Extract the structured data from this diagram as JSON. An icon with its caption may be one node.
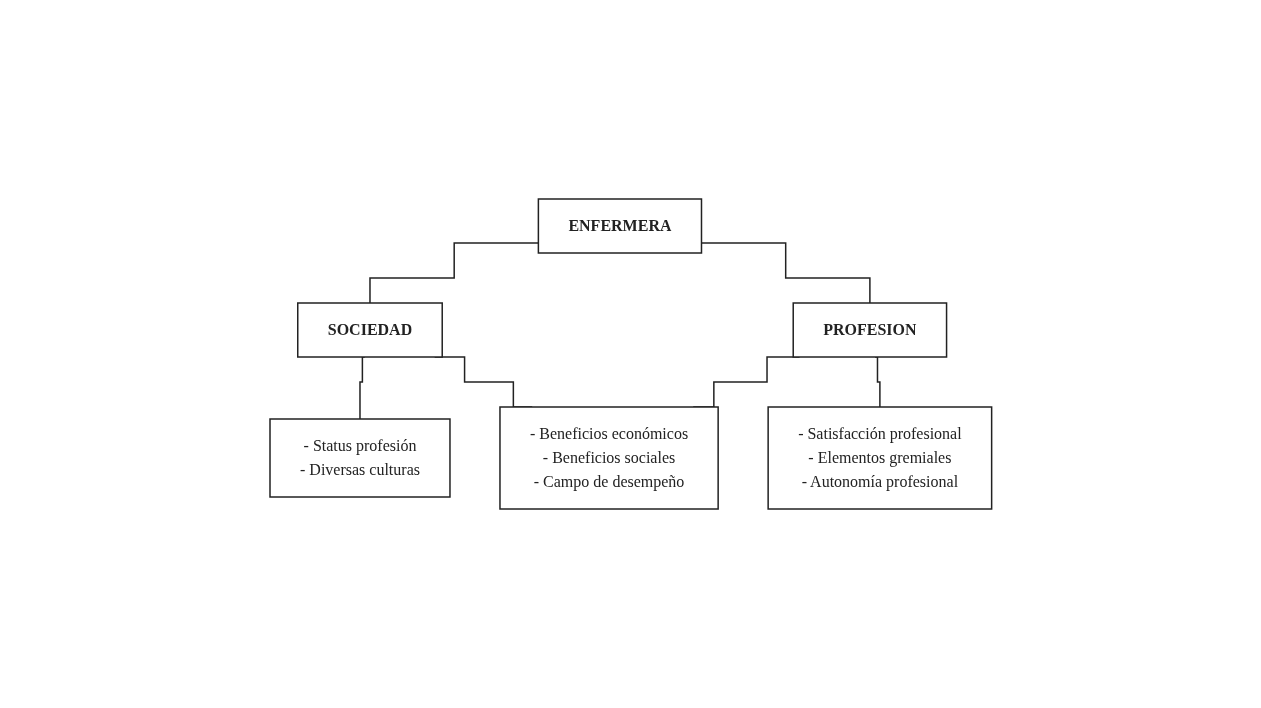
{
  "diagram": {
    "nodes": [
      {
        "text": [
          "ENFERMERA"
        ]
      },
      {
        "text": [
          "SOCIEDAD"
        ]
      },
      {
        "text": [
          "PROFESION"
        ]
      },
      {
        "text": [
          "- Status profesión",
          "- Diversas culturas"
        ]
      },
      {
        "text": [
          "- Satisfacción profesional",
          "- Elementos gremiales",
          "- Autonomía profesional"
        ]
      },
      {
        "text": [
          "- Beneficios económicos",
          "- Beneficios sociales",
          "- Campo de desempeño"
        ]
      }
    ],
    "edges": [
      {
        "from": 0,
        "to": 1,
        "arrow": "none"
      },
      {
        "from": 0,
        "to": 2,
        "arrow": "none"
      },
      {
        "from": 1,
        "to": 3,
        "arrow": "none"
      },
      {
        "from": 2,
        "to": 4,
        "arrow": "none"
      },
      {
        "from": 1,
        "to": 5,
        "arrow": "none"
      },
      {
        "from": 2,
        "to": 5,
        "arrow": "none"
      }
    ]
  }
}
